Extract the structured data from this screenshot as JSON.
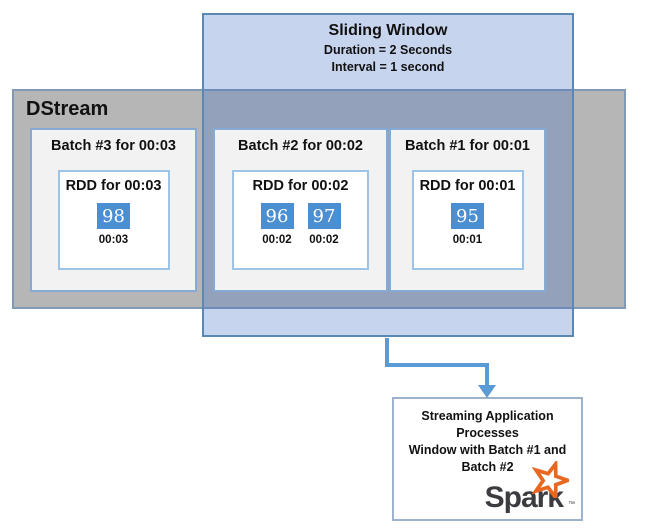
{
  "sliding_window": {
    "title": "Sliding Window",
    "duration": "Duration = 2 Seconds",
    "interval": "Interval = 1 second"
  },
  "dstream": {
    "label": "DStream"
  },
  "batches": [
    {
      "title": "Batch #3 for 00:03",
      "rdd_title": "RDD for 00:03",
      "in_window": false,
      "cells": [
        {
          "value": "98",
          "time": "00:03"
        }
      ]
    },
    {
      "title": "Batch #2 for 00:02",
      "rdd_title": "RDD for 00:02",
      "in_window": true,
      "cells": [
        {
          "value": "96",
          "time": "00:02"
        },
        {
          "value": "97",
          "time": "00:02"
        }
      ]
    },
    {
      "title": "Batch #1 for 00:01",
      "rdd_title": "RDD for 00:01",
      "in_window": true,
      "cells": [
        {
          "value": "95",
          "time": "00:01"
        }
      ]
    }
  ],
  "processor": {
    "lines": [
      "Streaming Application",
      "Processes",
      "Window with Batch #1 and",
      "Batch #2"
    ],
    "logo": {
      "text": "Spark",
      "tm": "™"
    }
  },
  "colors": {
    "window_fill": "#c7d7ed",
    "window_border": "#5b87b5",
    "window_over_dstream": "#93a2c0",
    "dstream_fill": "#b6b6b6",
    "dstream_border": "#8299b3",
    "batch_fill": "#f2f2f2",
    "batch_border": "#85abd5",
    "rdd_border": "#9dc3e6",
    "cell_fill": "#4b8fd2",
    "cell_text": "#ffffff",
    "arrow": "#5b9bd5",
    "spark_text": "#3d3b3f",
    "spark_star": "#e9671f"
  }
}
